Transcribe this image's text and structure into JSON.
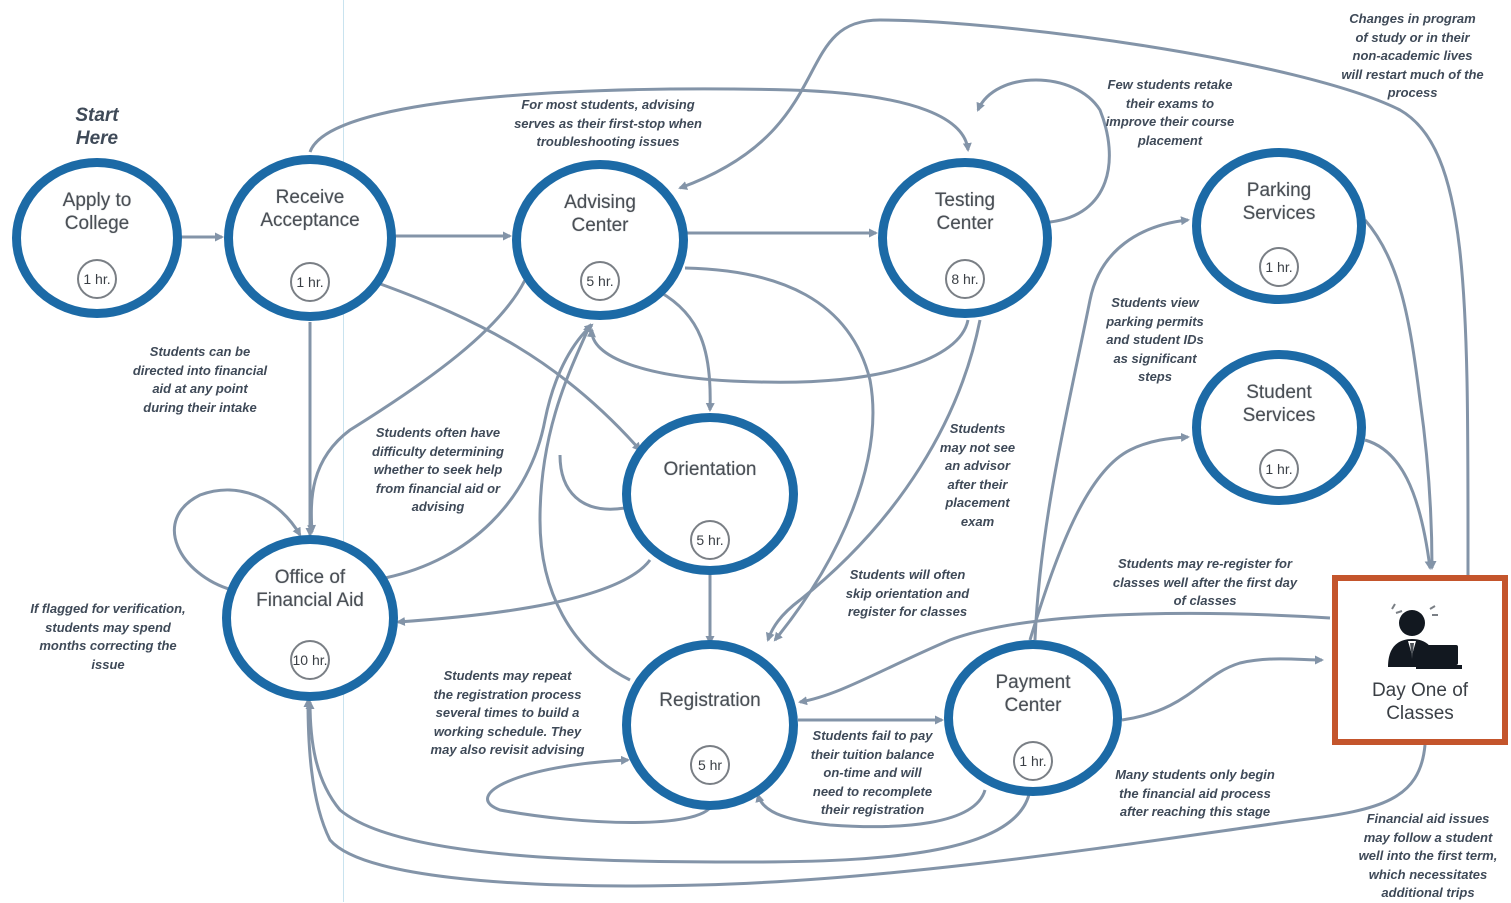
{
  "start_label": "Start\nHere",
  "nodes": {
    "apply": {
      "label": "Apply to\nCollege",
      "time": "1 hr."
    },
    "accept": {
      "label": "Receive\nAcceptance",
      "time": "1 hr."
    },
    "advising": {
      "label": "Advising\nCenter",
      "time": "5 hr."
    },
    "testing": {
      "label": "Testing\nCenter",
      "time": "8 hr."
    },
    "parking": {
      "label": "Parking\nServices",
      "time": "1 hr."
    },
    "student": {
      "label": "Student\nServices",
      "time": "1 hr."
    },
    "orientation": {
      "label": "Orientation",
      "time": "5 hr."
    },
    "finaid": {
      "label": "Office of\nFinancial Aid",
      "time": "10 hr."
    },
    "registration": {
      "label": "Registration",
      "time": "5 hr"
    },
    "payment": {
      "label": "Payment\nCenter",
      "time": "1 hr."
    }
  },
  "final": {
    "label": "Day One of\nClasses",
    "icon": "person-at-laptop-icon"
  },
  "notes": {
    "changes": "Changes in program\nof study or in their\nnon-academic lives\nwill restart much of the\nprocess",
    "advising_first": "For most students, advising\nserves as their first-stop when\ntroubleshooting issues",
    "retake": "Few students retake\ntheir exams to\nimprove their course\nplacement",
    "parking_ids": "Students view\nparking permits\nand student IDs\nas significant\nsteps",
    "finaid_any": "Students can be\ndirected into financial\naid at any point\nduring their intake",
    "difficulty": "Students often have\ndifficulty determining\nwhether to seek help\nfrom financial aid or\nadvising",
    "no_advisor": "Students\nmay not see\nan advisor\nafter their\nplacement\nexam",
    "skip_orientation": "Students will often\nskip orientation and\nregister for classes",
    "reregister": "Students may re-register for\nclasses well after the first day\nof classes",
    "flagged": "If flagged for verification,\nstudents may spend\nmonths correcting the\nissue",
    "repeat_reg": "Students may repeat\nthe registration process\nseveral times to build a\nworking schedule. They\nmay also revisit advising",
    "fail_pay": "Students fail to pay\ntheir tuition balance\non-time and will\nneed to recomplete\ntheir registration",
    "only_begin": "Many students only begin\nthe financial aid process\nafter reaching this stage",
    "finaid_follow": "Financial aid issues\nmay follow a student\nwell into the first term,\nwhich necessitates\nadditional trips"
  },
  "colors": {
    "node_ring": "#1c6aa6",
    "arrow": "#8394a8",
    "final_border": "#c4552c",
    "note_text": "#3f4a58"
  }
}
